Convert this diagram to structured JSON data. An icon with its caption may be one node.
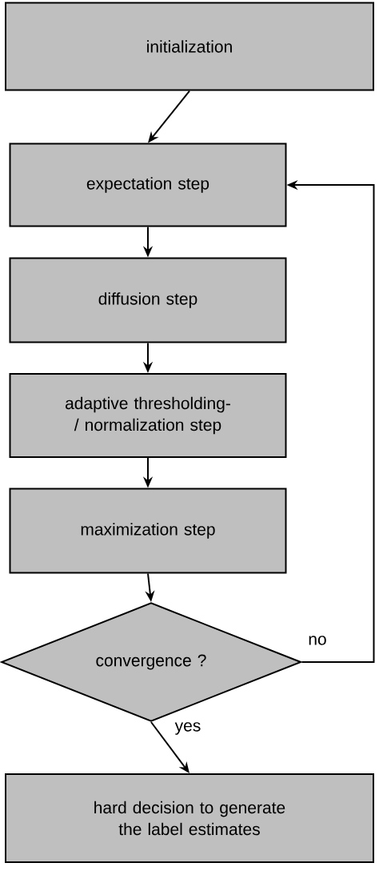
{
  "diagram": {
    "nodes": [
      {
        "text": [
          "initialization"
        ]
      },
      {
        "text": [
          "expectation step"
        ]
      },
      {
        "text": [
          "diffusion step"
        ]
      },
      {
        "text": [
          "adaptive thresholding-/ normalization step"
        ]
      },
      {
        "text": [
          "maximization step"
        ]
      },
      {
        "text": [
          "convergence ?"
        ]
      },
      {
        "text": [
          "hard decision to generate the label estimates"
        ]
      }
    ],
    "edges": [
      {
        "from": 0,
        "to": 1,
        "arrow": "to"
      },
      {
        "from": 1,
        "to": 2,
        "arrow": "to"
      },
      {
        "from": 2,
        "to": 3,
        "arrow": "to"
      },
      {
        "from": 3,
        "to": 4,
        "arrow": "to"
      },
      {
        "from": 4,
        "to": 5,
        "arrow": "to"
      },
      {
        "from": 5,
        "to": 1,
        "arrow": "to",
        "label": "no"
      },
      {
        "from": 5,
        "to": 6,
        "arrow": "to",
        "label": "yes"
      }
    ]
  }
}
